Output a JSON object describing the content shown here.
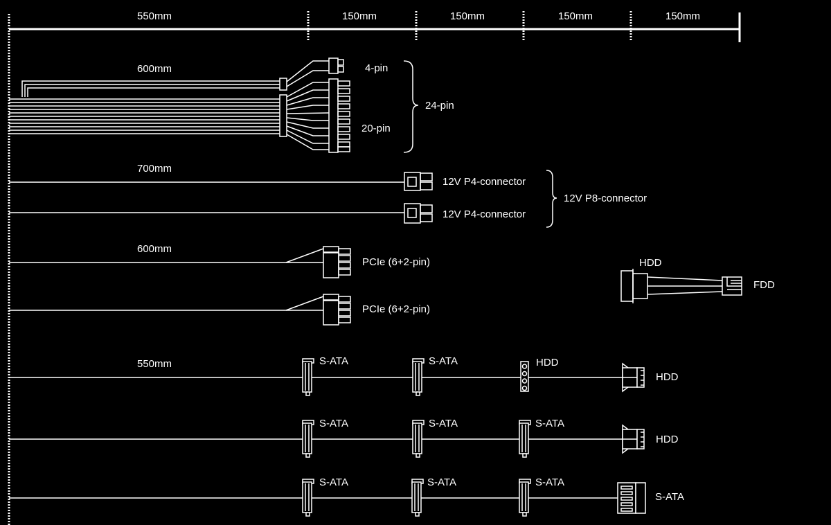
{
  "ruler": {
    "segments": [
      "550mm",
      "150mm",
      "150mm",
      "150mm",
      "150mm"
    ]
  },
  "cables": {
    "atx": {
      "length": "600mm",
      "label_4pin": "4-pin",
      "label_20pin": "20-pin",
      "label_group": "24-pin"
    },
    "eps": {
      "length": "700mm",
      "label_a": "12V P4-connector",
      "label_b": "12V P4-connector",
      "label_group": "12V P8-connector"
    },
    "pcie": {
      "length": "600mm",
      "label_a": "PCIe (6+2-pin)",
      "label_b": "PCIe (6+2-pin)"
    },
    "adapter": {
      "label_hdd": "HDD",
      "label_fdd": "FDD"
    },
    "periph1": {
      "length": "550mm",
      "labels": [
        "S-ATA",
        "S-ATA",
        "HDD",
        "HDD"
      ]
    },
    "periph2": {
      "labels": [
        "S-ATA",
        "S-ATA",
        "S-ATA",
        "HDD"
      ]
    },
    "periph3": {
      "labels": [
        "S-ATA",
        "S-ATA",
        "S-ATA",
        "S-ATA"
      ]
    }
  },
  "colors": {
    "background": "#000000",
    "line": "#ffffff"
  }
}
